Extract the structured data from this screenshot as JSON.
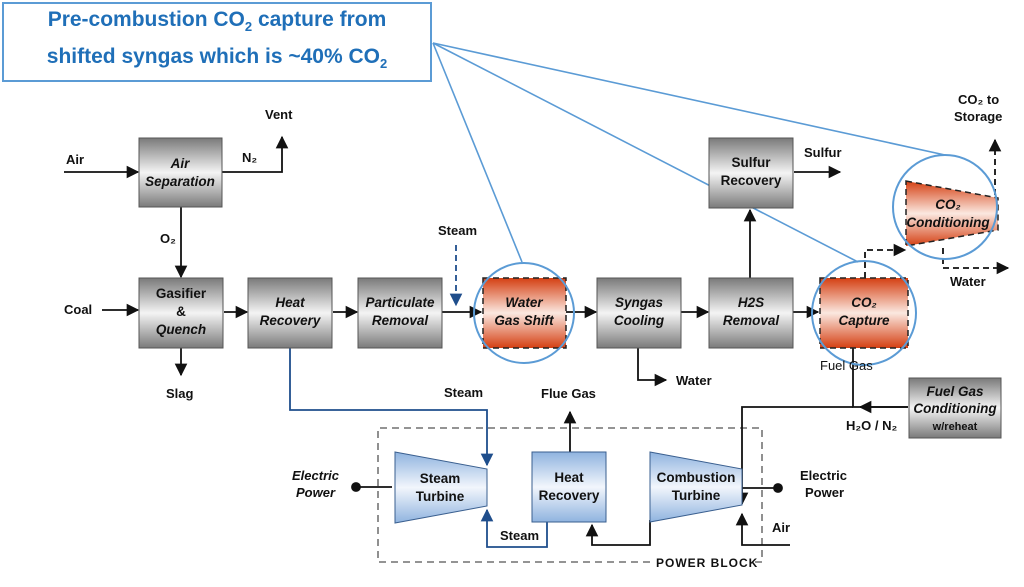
{
  "callout": {
    "line1_pre": "Pre-combustion CO",
    "line1_sub": "2",
    "line1_post": " capture from",
    "line2_pre": "shifted syngas which is ~40% CO",
    "line2_sub": "2"
  },
  "blocks": {
    "air_separation": [
      "Air",
      "Separation"
    ],
    "gasifier": [
      "Gasifier",
      "&",
      "Quench"
    ],
    "heat_recovery_top": [
      "Heat",
      "Recovery"
    ],
    "particulate_removal": [
      "Particulate",
      "Removal"
    ],
    "water_gas_shift": [
      "Water",
      "Gas Shift"
    ],
    "syngas_cooling": [
      "Syngas",
      "Cooling"
    ],
    "h2s_removal": [
      "H2S",
      "Removal"
    ],
    "co2_capture": [
      "CO₂",
      "Capture"
    ],
    "sulfur_recovery": [
      "Sulfur",
      "Recovery"
    ],
    "co2_conditioning": [
      "CO₂",
      "Conditioning"
    ],
    "fuel_gas_conditioning": [
      "Fuel Gas",
      "Conditioning",
      "w/reheat"
    ],
    "steam_turbine": [
      "Steam",
      "Turbine"
    ],
    "heat_recovery_power": [
      "Heat",
      "Recovery"
    ],
    "combustion_turbine": [
      "Combustion",
      "Turbine"
    ]
  },
  "streams": {
    "air_in": "Air",
    "vent": "Vent",
    "n2": "N₂",
    "o2": "O₂",
    "coal": "Coal",
    "slag": "Slag",
    "steam_top": "Steam",
    "steam_mid": "Steam",
    "steam_bottom": "Steam",
    "water_cooling": "Water",
    "sulfur": "Sulfur",
    "co2_storage_1": "CO₂ to",
    "co2_storage_2": "Storage",
    "water_cond": "Water",
    "fuel_gas": "Fuel Gas",
    "h2o_n2": "H₂O / N₂",
    "flue_gas": "Flue Gas",
    "electric_power_left_1": "Electric",
    "electric_power_left_2": "Power",
    "electric_power_right_1": "Electric",
    "electric_power_right_2": "Power",
    "air_ct": "Air",
    "power_block": "POWER BLOCK"
  },
  "colors": {
    "highlight": "#5b9bd5",
    "capture_fill": "#d9461e",
    "power_fill": "#8fb3df",
    "steam_line": "#1f4e8c"
  }
}
